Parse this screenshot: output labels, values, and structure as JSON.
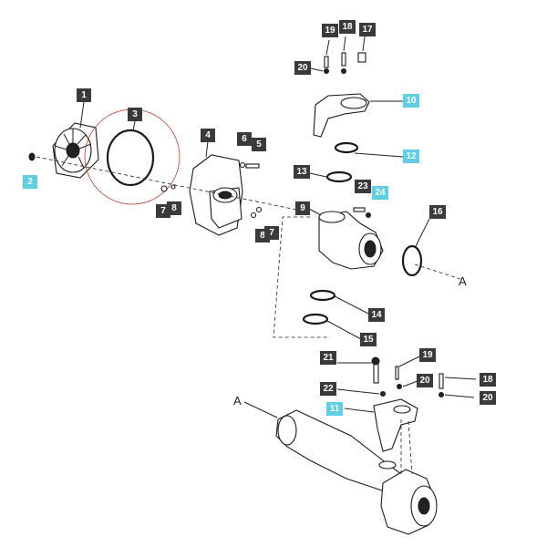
{
  "diagram": {
    "highlight_color": "#5fd0e3",
    "callout_color": "#3a3a3a",
    "callouts": [
      {
        "id": "c1",
        "text": "1",
        "highlight": false
      },
      {
        "id": "c2",
        "text": "2",
        "highlight": true
      },
      {
        "id": "c3",
        "text": "3",
        "highlight": false
      },
      {
        "id": "c4",
        "text": "4",
        "highlight": false
      },
      {
        "id": "c5",
        "text": "5",
        "highlight": false
      },
      {
        "id": "c6",
        "text": "6",
        "highlight": false
      },
      {
        "id": "c7a",
        "text": "7",
        "highlight": false
      },
      {
        "id": "c8a",
        "text": "8",
        "highlight": false
      },
      {
        "id": "c8b",
        "text": "8",
        "highlight": false
      },
      {
        "id": "c7b",
        "text": "7",
        "highlight": false
      },
      {
        "id": "c9",
        "text": "9",
        "highlight": false
      },
      {
        "id": "c10",
        "text": "10",
        "highlight": true
      },
      {
        "id": "c11",
        "text": "11",
        "highlight": true
      },
      {
        "id": "c12",
        "text": "12",
        "highlight": true
      },
      {
        "id": "c13",
        "text": "13",
        "highlight": false
      },
      {
        "id": "c14",
        "text": "14",
        "highlight": false
      },
      {
        "id": "c15",
        "text": "15",
        "highlight": false
      },
      {
        "id": "c16",
        "text": "16",
        "highlight": false
      },
      {
        "id": "c17",
        "text": "17",
        "highlight": false
      },
      {
        "id": "c18a",
        "text": "18",
        "highlight": false
      },
      {
        "id": "c19a",
        "text": "19",
        "highlight": false
      },
      {
        "id": "c20a",
        "text": "20",
        "highlight": false
      },
      {
        "id": "c21",
        "text": "21",
        "highlight": false
      },
      {
        "id": "c22",
        "text": "22",
        "highlight": false
      },
      {
        "id": "c23",
        "text": "23",
        "highlight": false
      },
      {
        "id": "c24",
        "text": "24",
        "highlight": true
      },
      {
        "id": "c19b",
        "text": "19",
        "highlight": false
      },
      {
        "id": "c20b",
        "text": "20",
        "highlight": false
      },
      {
        "id": "c18b",
        "text": "18",
        "highlight": false
      },
      {
        "id": "c20c",
        "text": "20",
        "highlight": false
      }
    ],
    "letters": [
      {
        "id": "la1",
        "text": "A"
      },
      {
        "id": "la2",
        "text": "A"
      }
    ]
  }
}
